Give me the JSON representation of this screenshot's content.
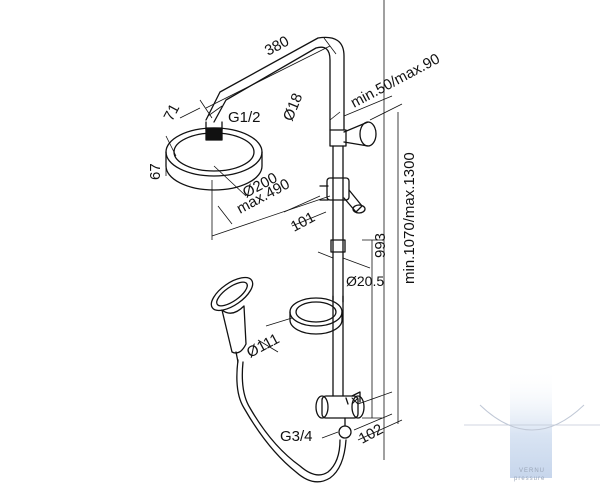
{
  "dimensions": {
    "arm_length": "380",
    "showerhead_height": "71",
    "showerhead_inlet_height": "67",
    "showerhead_thread": "G1/2",
    "arm_diameter": "Ø18",
    "showerhead_diameter": "Ø200",
    "head_reach": "max.490",
    "wall_clearance": "min.50/max.90",
    "holder_offset": "101",
    "rail_length": "993",
    "total_height": "min.1070/max.1300",
    "rail_diameter": "Ø20.5",
    "soap_dish_diameter": "Ø111",
    "inlet_thread": "G3/4",
    "mixer_depth": "102"
  },
  "watermark": {
    "brand_line1": "VERNU",
    "brand_line2": "pressure"
  },
  "colors": {
    "line": "#111111",
    "watermark": "#cfdcee"
  }
}
